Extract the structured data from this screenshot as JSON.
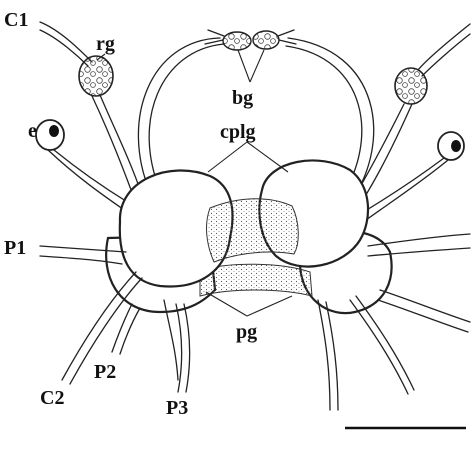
{
  "labels": {
    "c1": "C1",
    "rg": "rg",
    "bg": "bg",
    "e": "e",
    "cplg": "cplg",
    "p1": "P1",
    "pg": "pg",
    "c2": "C2",
    "p2": "P2",
    "p3": "P3"
  },
  "colors": {
    "ink": "#222222",
    "background": "#ffffff"
  }
}
